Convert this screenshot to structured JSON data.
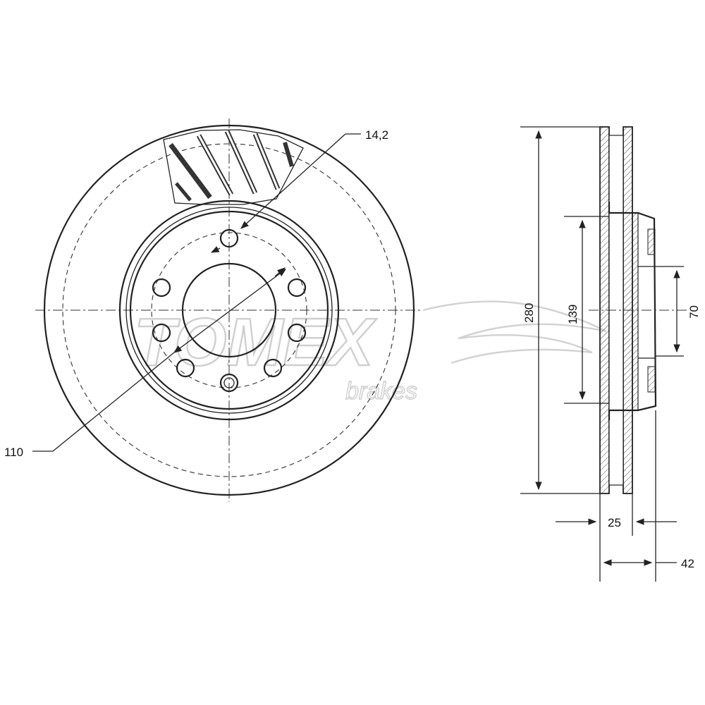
{
  "watermark": {
    "brand": "TOMEX",
    "sub": "brakes"
  },
  "dimensions": {
    "bolt_hole": "14,2",
    "pcd": "110",
    "outer_diameter": "280",
    "hub_diameter": "139",
    "center_bore": "70",
    "thickness": "25",
    "height": "42"
  }
}
